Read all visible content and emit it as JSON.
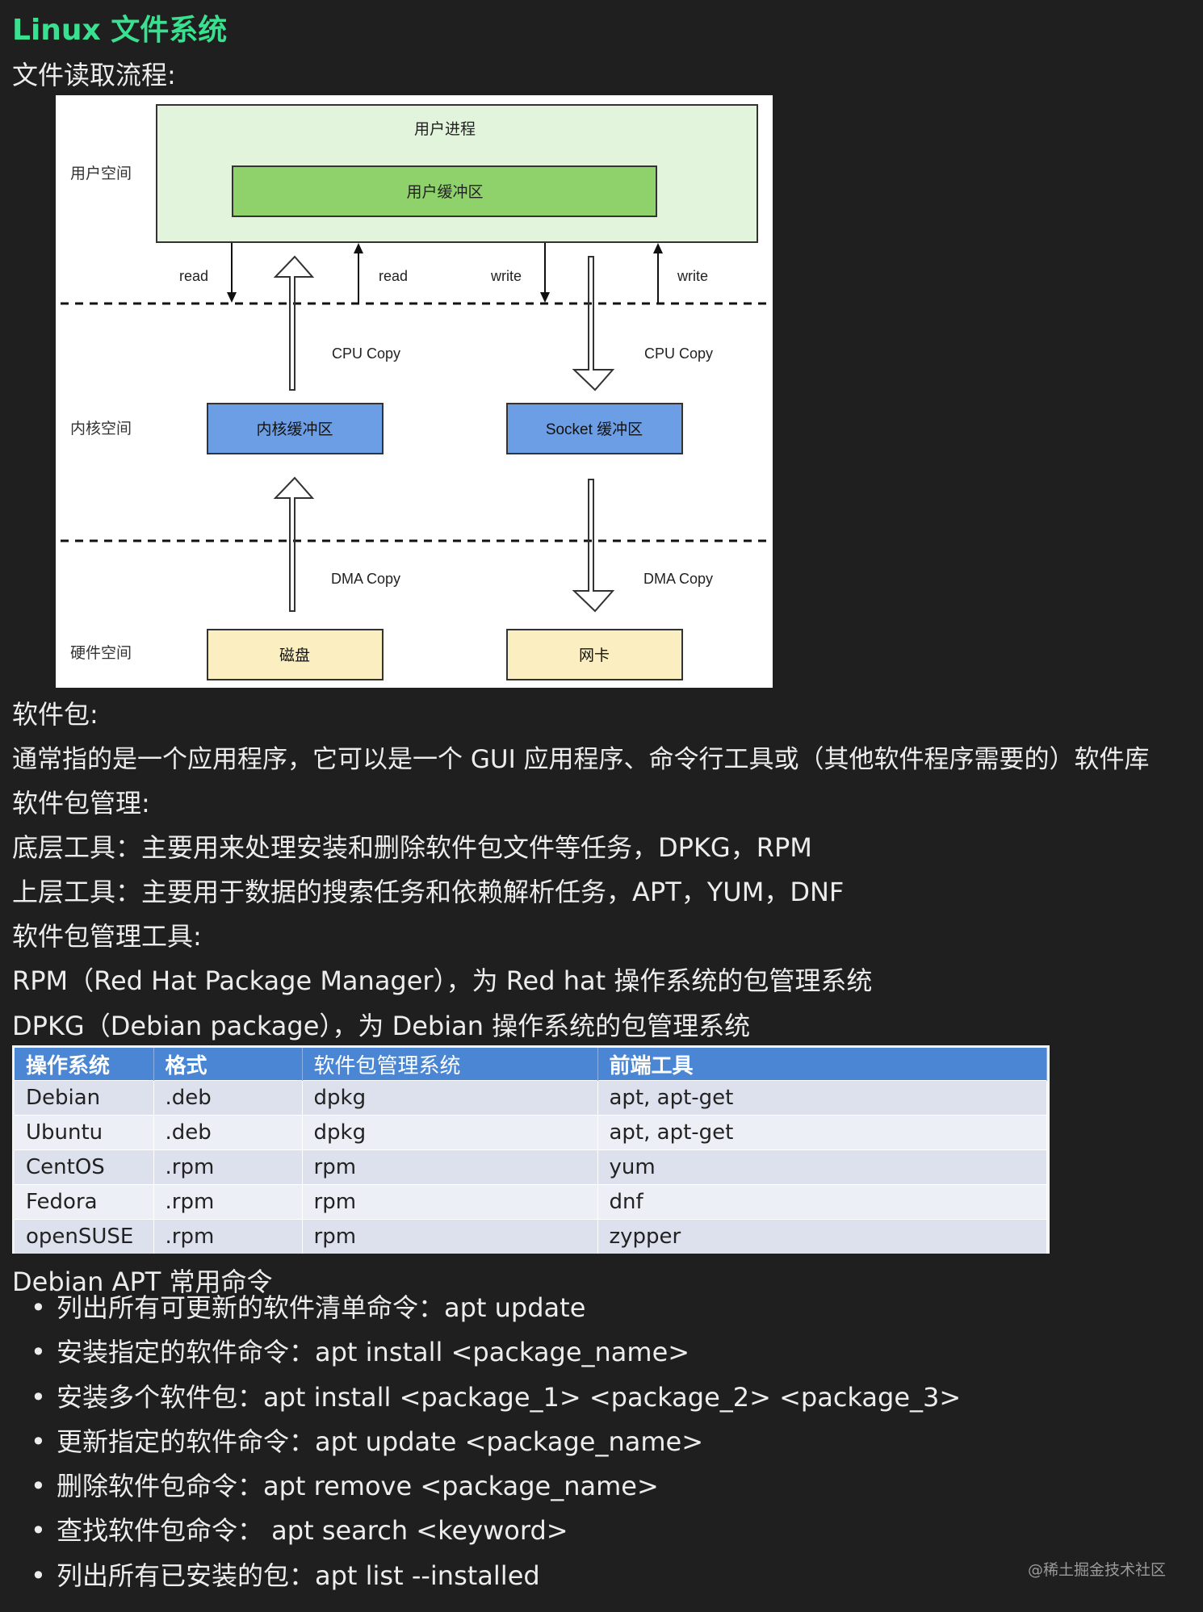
{
  "title": "Linux 文件系统",
  "read_flow_label": "文件读取流程:",
  "diagram": {
    "user_space": "用户空间",
    "kernel_space": "内核空间",
    "hardware_space": "硬件空间",
    "user_process": "用户进程",
    "user_buffer": "用户缓冲区",
    "kernel_buffer": "内核缓冲区",
    "socket_buffer": "Socket 缓冲区",
    "disk": "磁盘",
    "nic": "网卡",
    "read_left": "read",
    "read_right": "read",
    "write_left": "write",
    "write_right": "write",
    "cpu_copy_left": "CPU  Copy",
    "cpu_copy_right": "CPU  Copy",
    "dma_copy_left": "DMA  Copy",
    "dma_copy_right": "DMA  Copy",
    "colors": {
      "user_space_fill": "#e3f4dd",
      "user_buffer_fill": "#8fd16a",
      "kernel_fill": "#6c9ee6",
      "hardware_fill": "#fbeec0"
    }
  },
  "software_package_label": "软件包:",
  "software_package_desc": "通常指的是一个应用程序，它可以是一个 GUI 应用程序、命令行工具或（其他软件程序需要的）软件库",
  "package_management_label": "软件包管理:",
  "low_level_tools": "底层工具：主要用来处理安装和删除软件包文件等任务，DPKG，RPM",
  "high_level_tools": "上层工具：主要用于数据的搜索任务和依赖解析任务，APT，YUM，DNF",
  "package_tools_label": "软件包管理工具:",
  "rpm_desc": "RPM（Red Hat Package Manager），为 Red hat 操作系统的包管理系统",
  "dpkg_desc": "DPKG（Debian package），为 Debian 操作系统的包管理系统",
  "table": {
    "headers": [
      "操作系统",
      "格式",
      "软件包管理系统",
      "前端工具"
    ],
    "rows": [
      [
        "Debian",
        ".deb",
        "dpkg",
        "apt, apt-get"
      ],
      [
        "Ubuntu",
        ".deb",
        "dpkg",
        "apt, apt-get"
      ],
      [
        "CentOS",
        ".rpm",
        "rpm",
        "yum"
      ],
      [
        "Fedora",
        ".rpm",
        "rpm",
        "dnf"
      ],
      [
        "openSUSE",
        ".rpm",
        "rpm",
        "zypper"
      ]
    ]
  },
  "apt_heading": "Debian APT 常用命令",
  "apt_commands": [
    "列出所有可更新的软件清单命令：apt update",
    "安装指定的软件命令：apt install <package_name>",
    "安装多个软件包：apt install <package_1> <package_2> <package_3>",
    "更新指定的软件命令：apt update <package_name>",
    "删除软件包命令：apt remove <package_name>",
    "查找软件包命令：  apt search <keyword>",
    "列出所有已安装的包：apt list --installed"
  ],
  "bullet": "•",
  "watermark": "@稀土掘金技术社区"
}
